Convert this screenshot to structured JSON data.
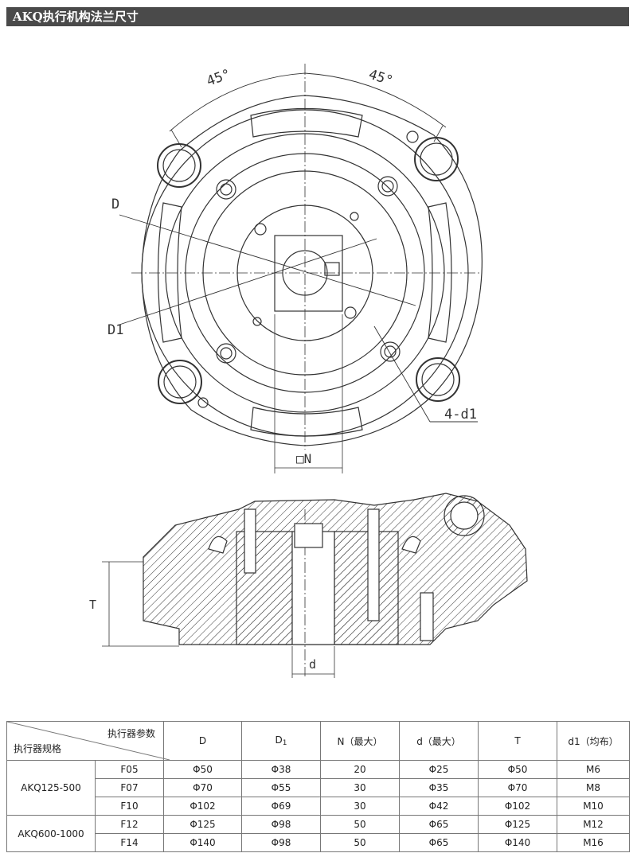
{
  "title": "AKQ执行机构法兰尺寸",
  "drawing": {
    "angle_left": "45°",
    "angle_right": "45°",
    "label_D": "D",
    "label_D1": "D1",
    "label_4d1": "4-d1",
    "label_N": "□N",
    "label_T": "T",
    "label_d": "d"
  },
  "table": {
    "corner_top": "执行器参数",
    "corner_bottom": "执行器规格",
    "headers": {
      "D": "D",
      "D1_main": "D",
      "D1_sub": "1",
      "N": "N（最大）",
      "d": "d（最大）",
      "T": "T",
      "d1": "d1（均布）"
    },
    "groups": [
      {
        "name": "AKQ125-500"
      },
      {
        "name": "AKQ600-1000"
      }
    ],
    "rows": [
      {
        "flange": "F05",
        "D": "Φ50",
        "D1": "Φ38",
        "N": "20",
        "d": "Φ25",
        "T": "Φ50",
        "d1": "M6"
      },
      {
        "flange": "F07",
        "D": "Φ70",
        "D1": "Φ55",
        "N": "30",
        "d": "Φ35",
        "T": "Φ70",
        "d1": "M8"
      },
      {
        "flange": "F10",
        "D": "Φ102",
        "D1": "Φ69",
        "N": "30",
        "d": "Φ42",
        "T": "Φ102",
        "d1": "M10"
      },
      {
        "flange": "F12",
        "D": "Φ125",
        "D1": "Φ98",
        "N": "50",
        "d": "Φ65",
        "T": "Φ125",
        "d1": "M12"
      },
      {
        "flange": "F14",
        "D": "Φ140",
        "D1": "Φ98",
        "N": "50",
        "d": "Φ65",
        "T": "Φ140",
        "d1": "M16"
      }
    ]
  }
}
